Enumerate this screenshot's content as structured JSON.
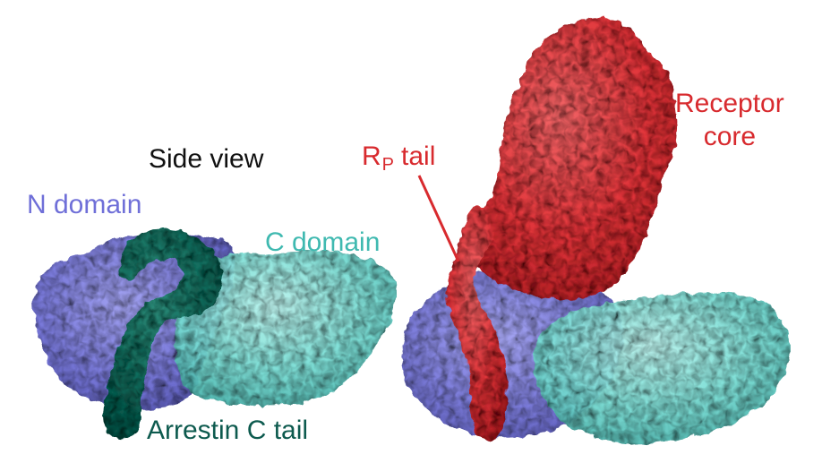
{
  "colors": {
    "n_domain": "#6f6fd8",
    "c_domain": "#3fb9b0",
    "arrestin_c_tail": "#0d5a4e",
    "receptor": "#d82a2e",
    "side_view": "#111111"
  },
  "labels": {
    "side_view": "Side view",
    "n_domain": "N domain",
    "c_domain": "C domain",
    "arrestin_c_tail": "Arrestin C tail",
    "rp_tail_main": "R",
    "rp_tail_sub": "P",
    "rp_tail_rest": "tail",
    "receptor_core_line1": "Receptor",
    "receptor_core_line2": "core"
  }
}
